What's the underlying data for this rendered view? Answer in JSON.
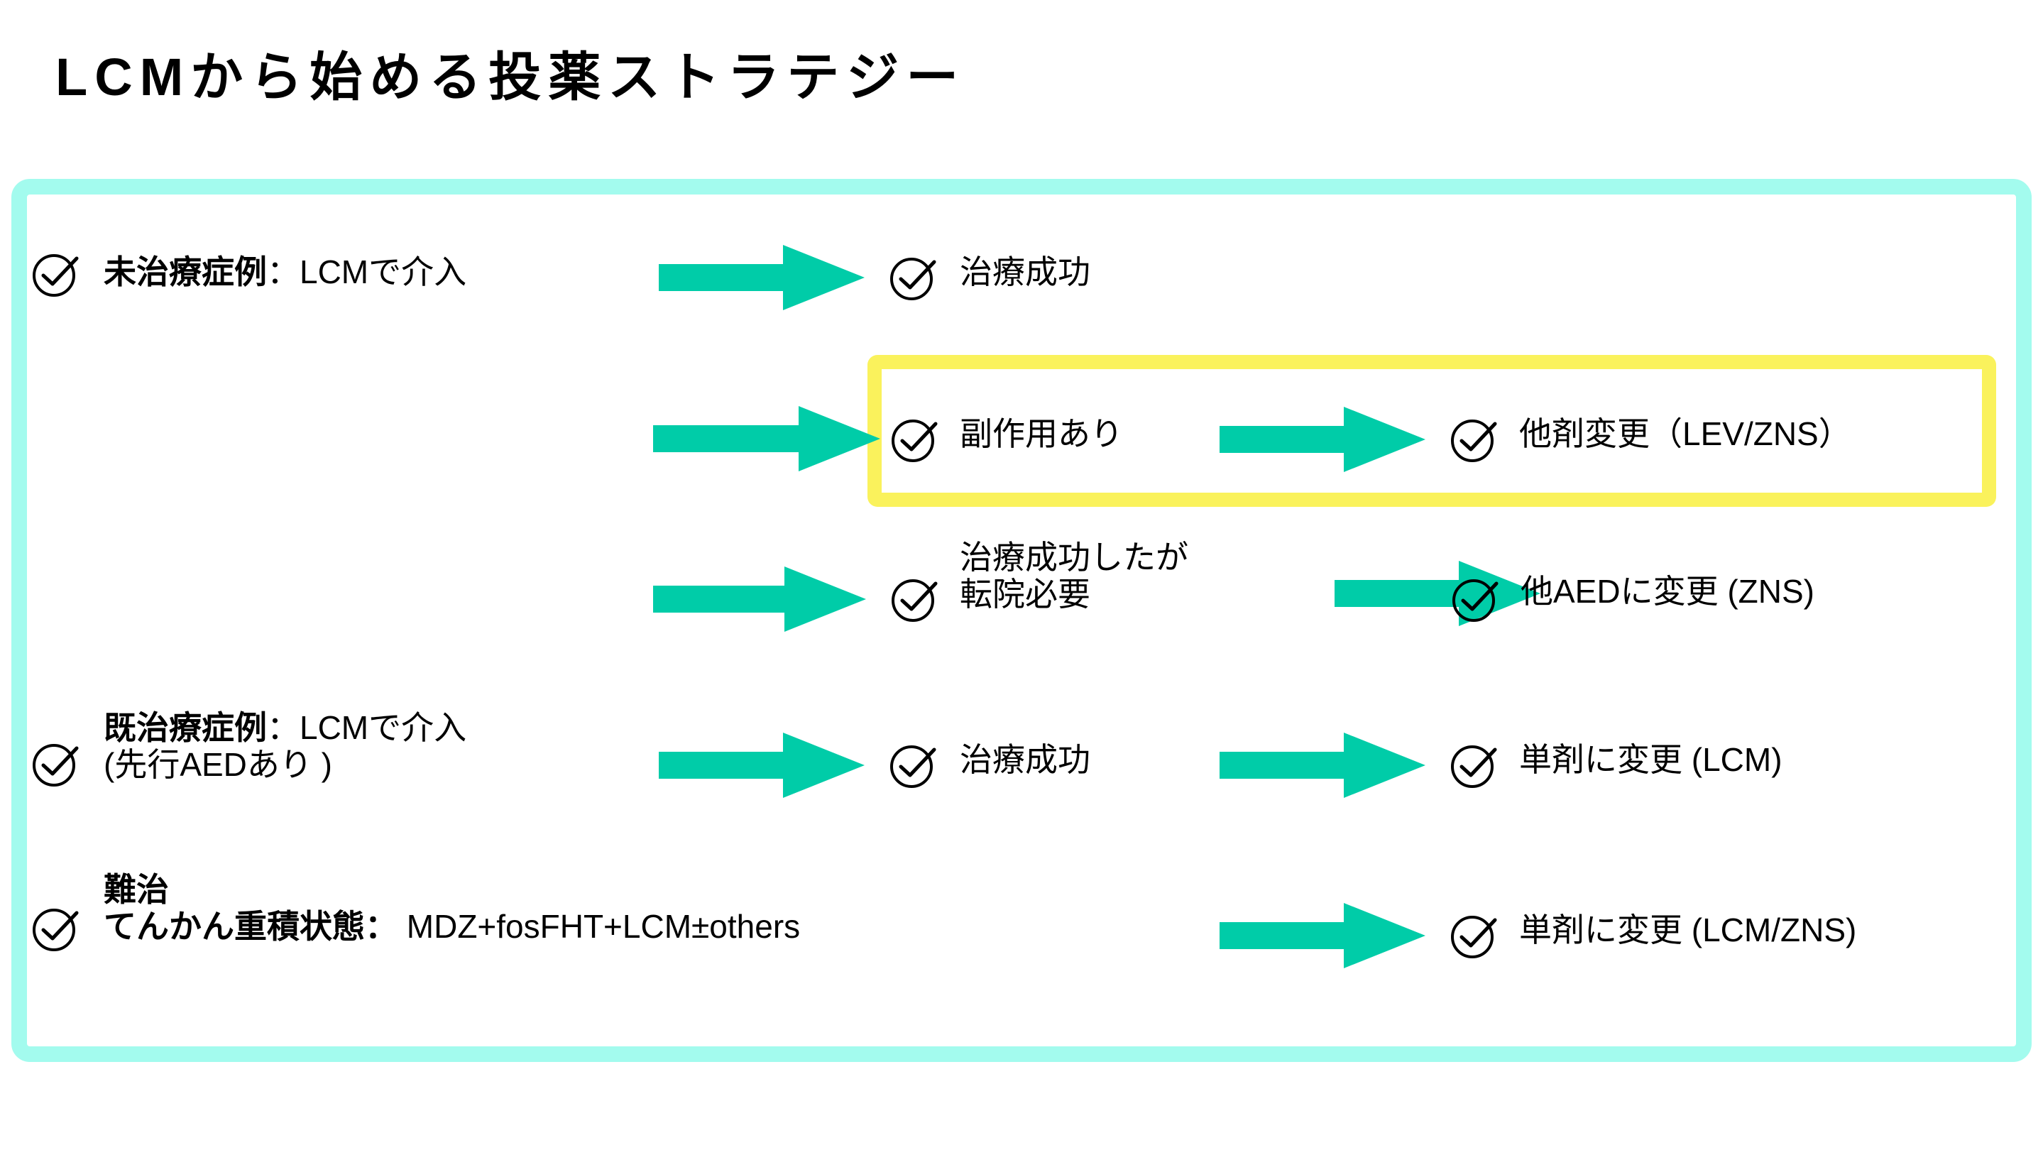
{
  "slide": {
    "title": "LCMから始める投薬ストラテジー",
    "colors": {
      "frame_mint": "#A3FBEE",
      "arrow_teal": "#00CCA8",
      "highlight_yellow": "#FAF25C",
      "text_black": "#000000",
      "background": "#FFFFFF"
    }
  },
  "flow": {
    "rows": [
      {
        "id": "untreated",
        "start": {
          "icon": "check-circle-icon",
          "label_bold": "未治療症例",
          "label_rest": "：LCMで介入"
        },
        "outcomes": [
          {
            "icon": "check-circle-icon",
            "label": "治療成功"
          }
        ]
      },
      {
        "id": "adverse-effect",
        "highlighted": true,
        "start": {
          "icon": "check-circle-icon",
          "label": "副作用あり"
        },
        "outcomes": [
          {
            "icon": "check-circle-icon",
            "label": "他剤変更（LEV/ZNS）"
          }
        ]
      },
      {
        "id": "transfer-needed",
        "start": {
          "icon": "check-circle-icon",
          "label_line1": "治療成功したが",
          "label_line2": "転院必要"
        },
        "outcomes": [
          {
            "icon": "check-circle-icon",
            "label": "他AEDに変更 (ZNS)"
          }
        ]
      },
      {
        "id": "pretreated",
        "start": {
          "icon": "check-circle-icon",
          "label_bold": "既治療症例",
          "label_rest": "：LCMで介入",
          "label_line2": "(先行AEDあり )"
        },
        "middle": {
          "icon": "check-circle-icon",
          "label": "治療成功"
        },
        "outcomes": [
          {
            "icon": "check-circle-icon",
            "label": "単剤に変更 (LCM)"
          }
        ]
      },
      {
        "id": "refractory-status-epilepticus",
        "start": {
          "icon": "check-circle-icon",
          "label_line1_bold": "難治",
          "label_line2_bold": "てんかん重積状態：",
          "label_line2_rest": " MDZ+fosFHT+LCM±others"
        },
        "outcomes": [
          {
            "icon": "check-circle-icon",
            "label": "単剤に変更 (LCM/ZNS)"
          }
        ]
      }
    ],
    "arrows": [
      {
        "id": "arrow-untreated-to-success"
      },
      {
        "id": "arrow-into-adverse-effect"
      },
      {
        "id": "arrow-adverse-to-switch"
      },
      {
        "id": "arrow-into-transfer"
      },
      {
        "id": "arrow-transfer-to-aed"
      },
      {
        "id": "arrow-pretreated-to-success"
      },
      {
        "id": "arrow-success-to-mono"
      },
      {
        "id": "arrow-refractory-to-mono"
      }
    ]
  }
}
